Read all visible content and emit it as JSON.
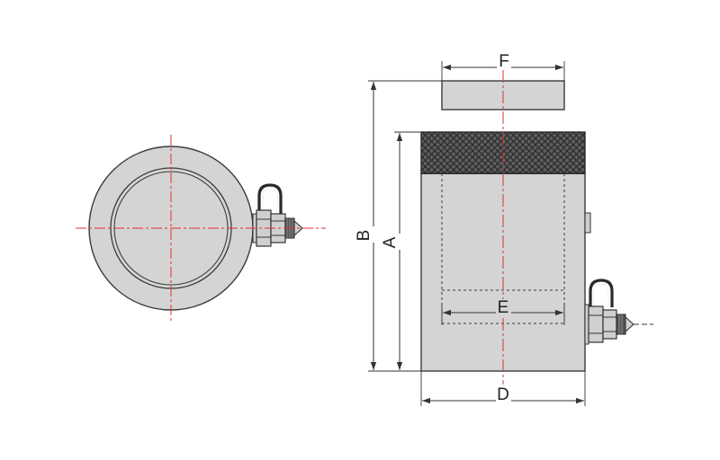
{
  "dimensions": {
    "a": "A",
    "b": "B",
    "d": "D",
    "e": "E",
    "f": "F"
  },
  "colors": {
    "body_fill": "#d4d4d4",
    "outline": "#3a3a3a",
    "centerline": "#e03030",
    "dimension_line": "#333333",
    "knurl_fill": "#666666",
    "knurl_line": "#2a2a2a"
  }
}
